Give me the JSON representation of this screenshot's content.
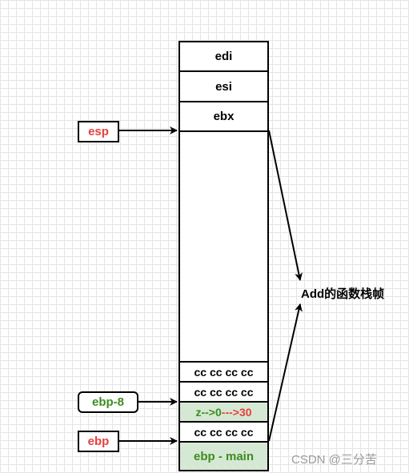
{
  "stack": {
    "edi": "edi",
    "esi": "esi",
    "ebx": "ebx",
    "cc1": "cc cc cc cc",
    "cc2": "cc cc cc cc",
    "z": "z-->0",
    "z_new": "--->30",
    "cc3": "cc cc cc cc",
    "ebp_main": "ebp - main"
  },
  "pointers": {
    "esp": "esp",
    "ebp_minus_8": "ebp-8",
    "ebp": "ebp"
  },
  "frame_label": "Add的函数栈帧",
  "watermark": "CSDN @三分苦",
  "colors": {
    "red": "#e83e3e",
    "green": "#3d8c1f",
    "highlight_fill": "#d5e8d4"
  }
}
